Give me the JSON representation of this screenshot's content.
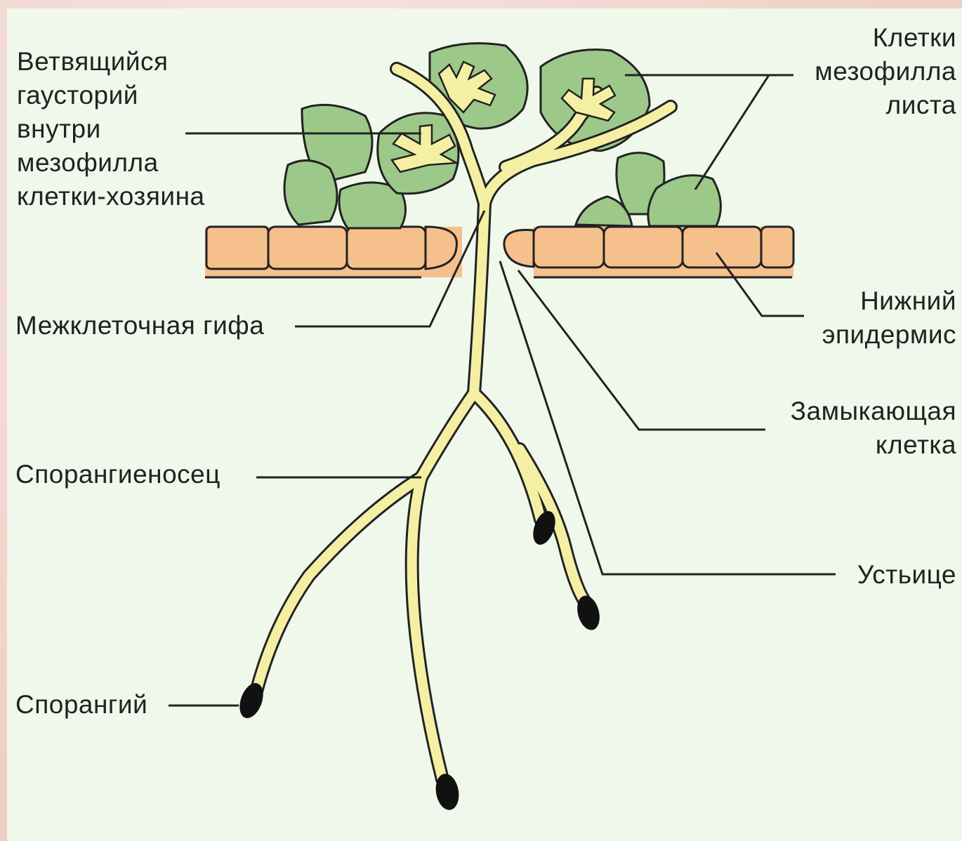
{
  "labels": {
    "haustorium": [
      "Ветвящийся",
      "гаусторий",
      "внутри",
      "мезофилла",
      "клетки-хозяина"
    ],
    "mesophyll": [
      "Клетки",
      "мезофилла",
      "листа"
    ],
    "intercellular_hypha": "Межклеточная гифа",
    "lower_epidermis": [
      "Нижний",
      "эпидермис"
    ],
    "guard_cell": [
      "Замыкающая",
      "клетка"
    ],
    "sporangiophore": "Спорангиеносец",
    "stoma": "Устьице",
    "sporangium": "Спорангий"
  },
  "colors": {
    "background": "#eff8eb",
    "border": "#eed0c8",
    "mesophyll_cell": "#9cc98a",
    "epidermis_cell": "#f6c08c",
    "hypha": "#f5efa4",
    "sporangium": "#111111",
    "line": "#222222"
  }
}
